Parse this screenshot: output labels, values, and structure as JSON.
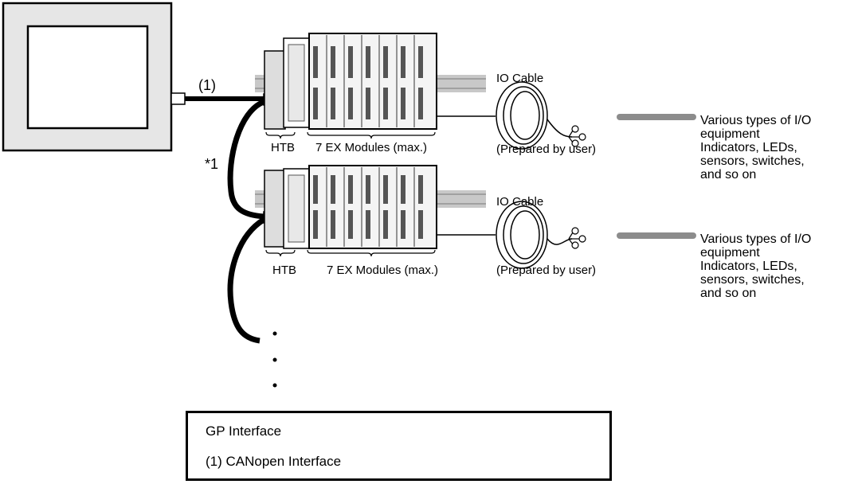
{
  "labels": {
    "cable_number": "(1)",
    "note_marker": "*1",
    "htb": "HTB",
    "ex_modules": "7 EX Modules (max.)",
    "io_cable": "IO Cable",
    "prepared_by_user": "(Prepared by user)",
    "io_equipment": "Various types of I/O\nequipment\nIndicators, LEDs,\nsensors, switches,\nand so on"
  },
  "legend": {
    "title": "GP Interface",
    "item": "(1) CANopen Interface"
  },
  "colors": {
    "line": "#000000",
    "screen_bezel": "#e6e6e6",
    "io_bar": "#8c8c8c",
    "rail": "#c8c8c8"
  }
}
